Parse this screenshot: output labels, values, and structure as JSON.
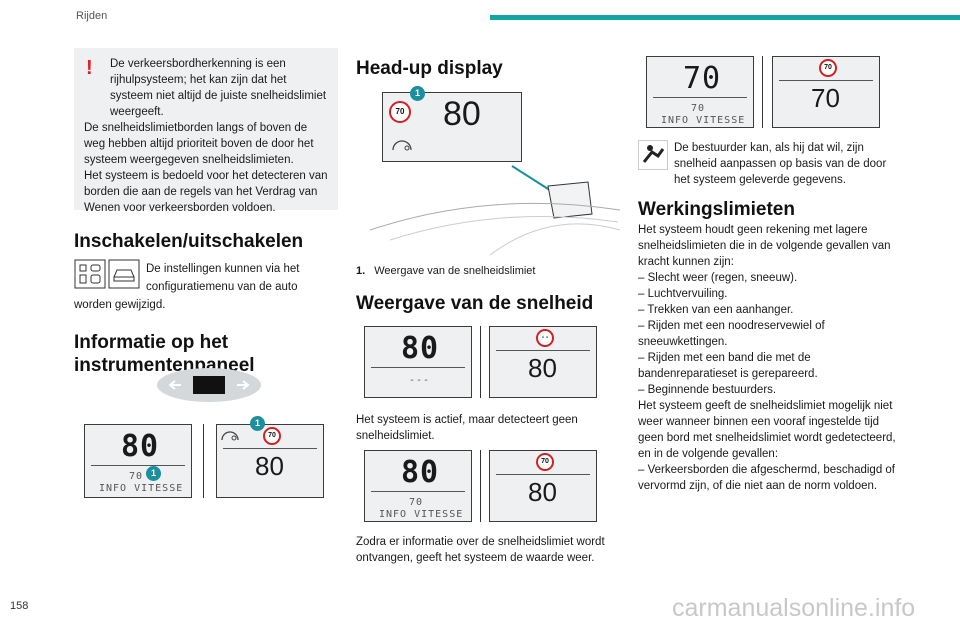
{
  "header": {
    "section": "Rijden"
  },
  "page_number": "158",
  "watermark": "carmanualsonline.info",
  "notice": {
    "lines": [
      "De verkeersbordherkenning is een rijhulpsysteem; het kan zijn dat het systeem niet altijd de juiste snelheidslimiet weergeeft.",
      "De snelheidslimietborden langs of boven de weg hebben altijd prioriteit boven de door het systeem weergegeven snelheidslimieten.",
      "Het systeem is bedoeld voor het detecteren van borden die aan de regels van het Verdrag van Wenen voor verkeersborden voldoen."
    ]
  },
  "section_enable": {
    "title": "Inschakelen/uitschakelen",
    "text": "De instellingen kunnen via het configuratiemenu van de auto worden gewijzigd."
  },
  "section_info": {
    "title": "Informatie op het instrumentenpaneel"
  },
  "section_hud": {
    "title": "Head-up display",
    "speed": "80",
    "sign": "70",
    "callout": "1",
    "legend_num": "1.",
    "legend_text": "Weergave van de snelheidslimiet"
  },
  "section_speed": {
    "title": "Weergave van de snelheid",
    "text1": "Het systeem is actief, maar detecteert geen snelheidslimiet.",
    "text2": "Zodra er informatie over de snelheidslimiet wordt ontvangen, geeft het systeem de waarde weer."
  },
  "section_limits": {
    "driver_text": "De bestuurder kan, als hij dat wil, zijn snelheid aanpassen op basis van de door het systeem geleverde gegevens.",
    "title": "Werkingslimieten",
    "body": [
      "Het systeem houdt geen rekening met lagere snelheidslimieten die in de volgende gevallen van kracht kunnen zijn:",
      "– Slecht weer (regen, sneeuw).",
      "– Luchtvervuiling.",
      "– Trekken van een aanhanger.",
      "– Rijden met een noodreservewiel of sneeuwkettingen.",
      "– Rijden met een band die met de bandenreparatieset is gerepareerd.",
      "– Beginnende bestuurders.",
      "Het systeem geeft de snelheidslimiet mogelijk niet weer wanneer binnen een vooraf ingestelde tijd geen bord met snelheidslimiet wordt gedetecteerd, en in de volgende gevallen:",
      "– Verkeersborden die afgeschermd, beschadigd of vervormd zijn, of die niet aan de norm voldoen."
    ]
  },
  "displays": {
    "speed": "80",
    "limit": "70",
    "info_text": "INFO VITESSE",
    "no_limit": "- -",
    "dashes": "---",
    "callout": "1"
  },
  "colors": {
    "accent": "#16a3a3",
    "warning": "#e01e24",
    "sign_border": "#d42020",
    "callout": "#1a8f9e"
  }
}
